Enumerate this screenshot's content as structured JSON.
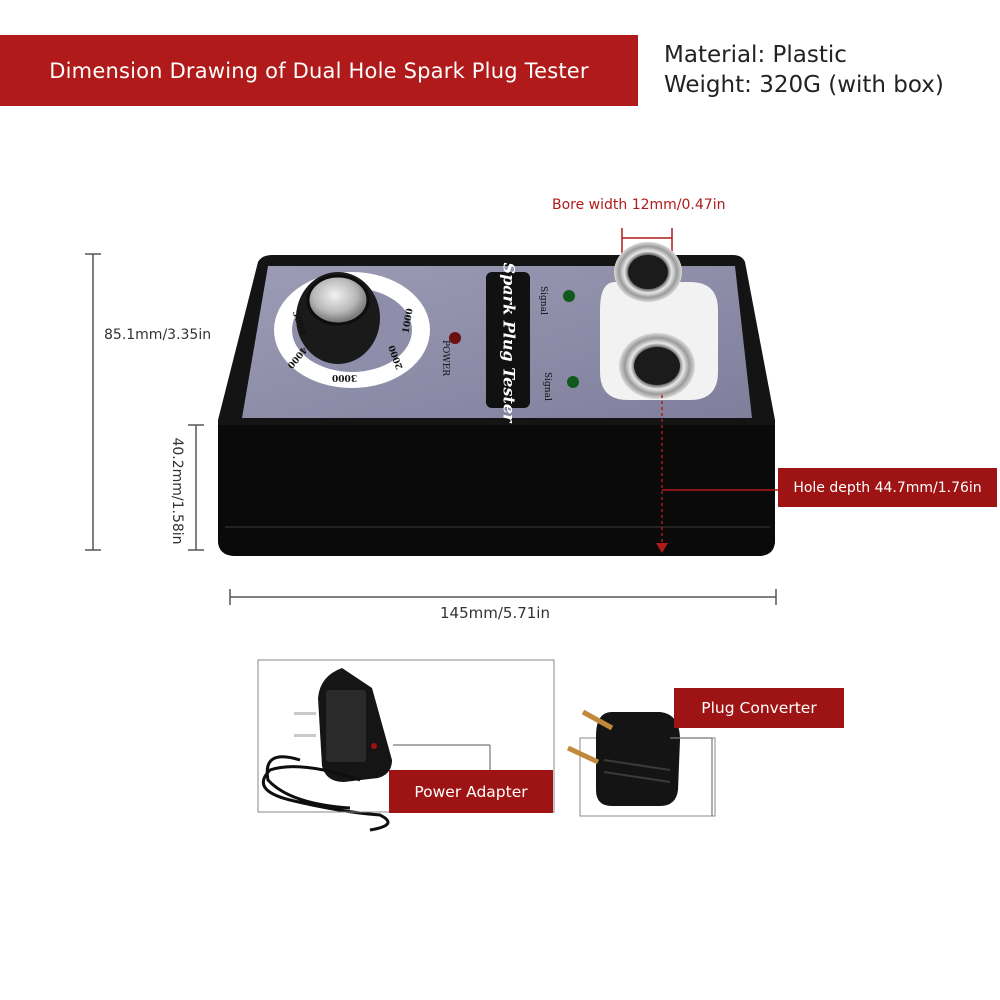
{
  "title": "Dimension Drawing of Dual Hole Spark Plug Tester",
  "specs": {
    "material": "Material: Plastic",
    "weight": "Weight: 320G (with box)"
  },
  "dimensions": {
    "bore_width": "Bore width 12mm/0.47in",
    "total_height": "85.1mm/3.35in",
    "body_height": "40.2mm/1.58in",
    "hole_depth": "Hole depth 44.7mm/1.76in",
    "length": "145mm/5.71in"
  },
  "device": {
    "name": "Spark Plug Tester",
    "power_label": "POWER",
    "signal_label_1": "Signal",
    "signal_label_2": "Signal",
    "dial_marks": [
      "5000",
      "1000",
      "2000",
      "3000",
      "4000"
    ]
  },
  "accessories": {
    "power_adapter": "Power Adapter",
    "plug_converter": "Plug Converter"
  }
}
